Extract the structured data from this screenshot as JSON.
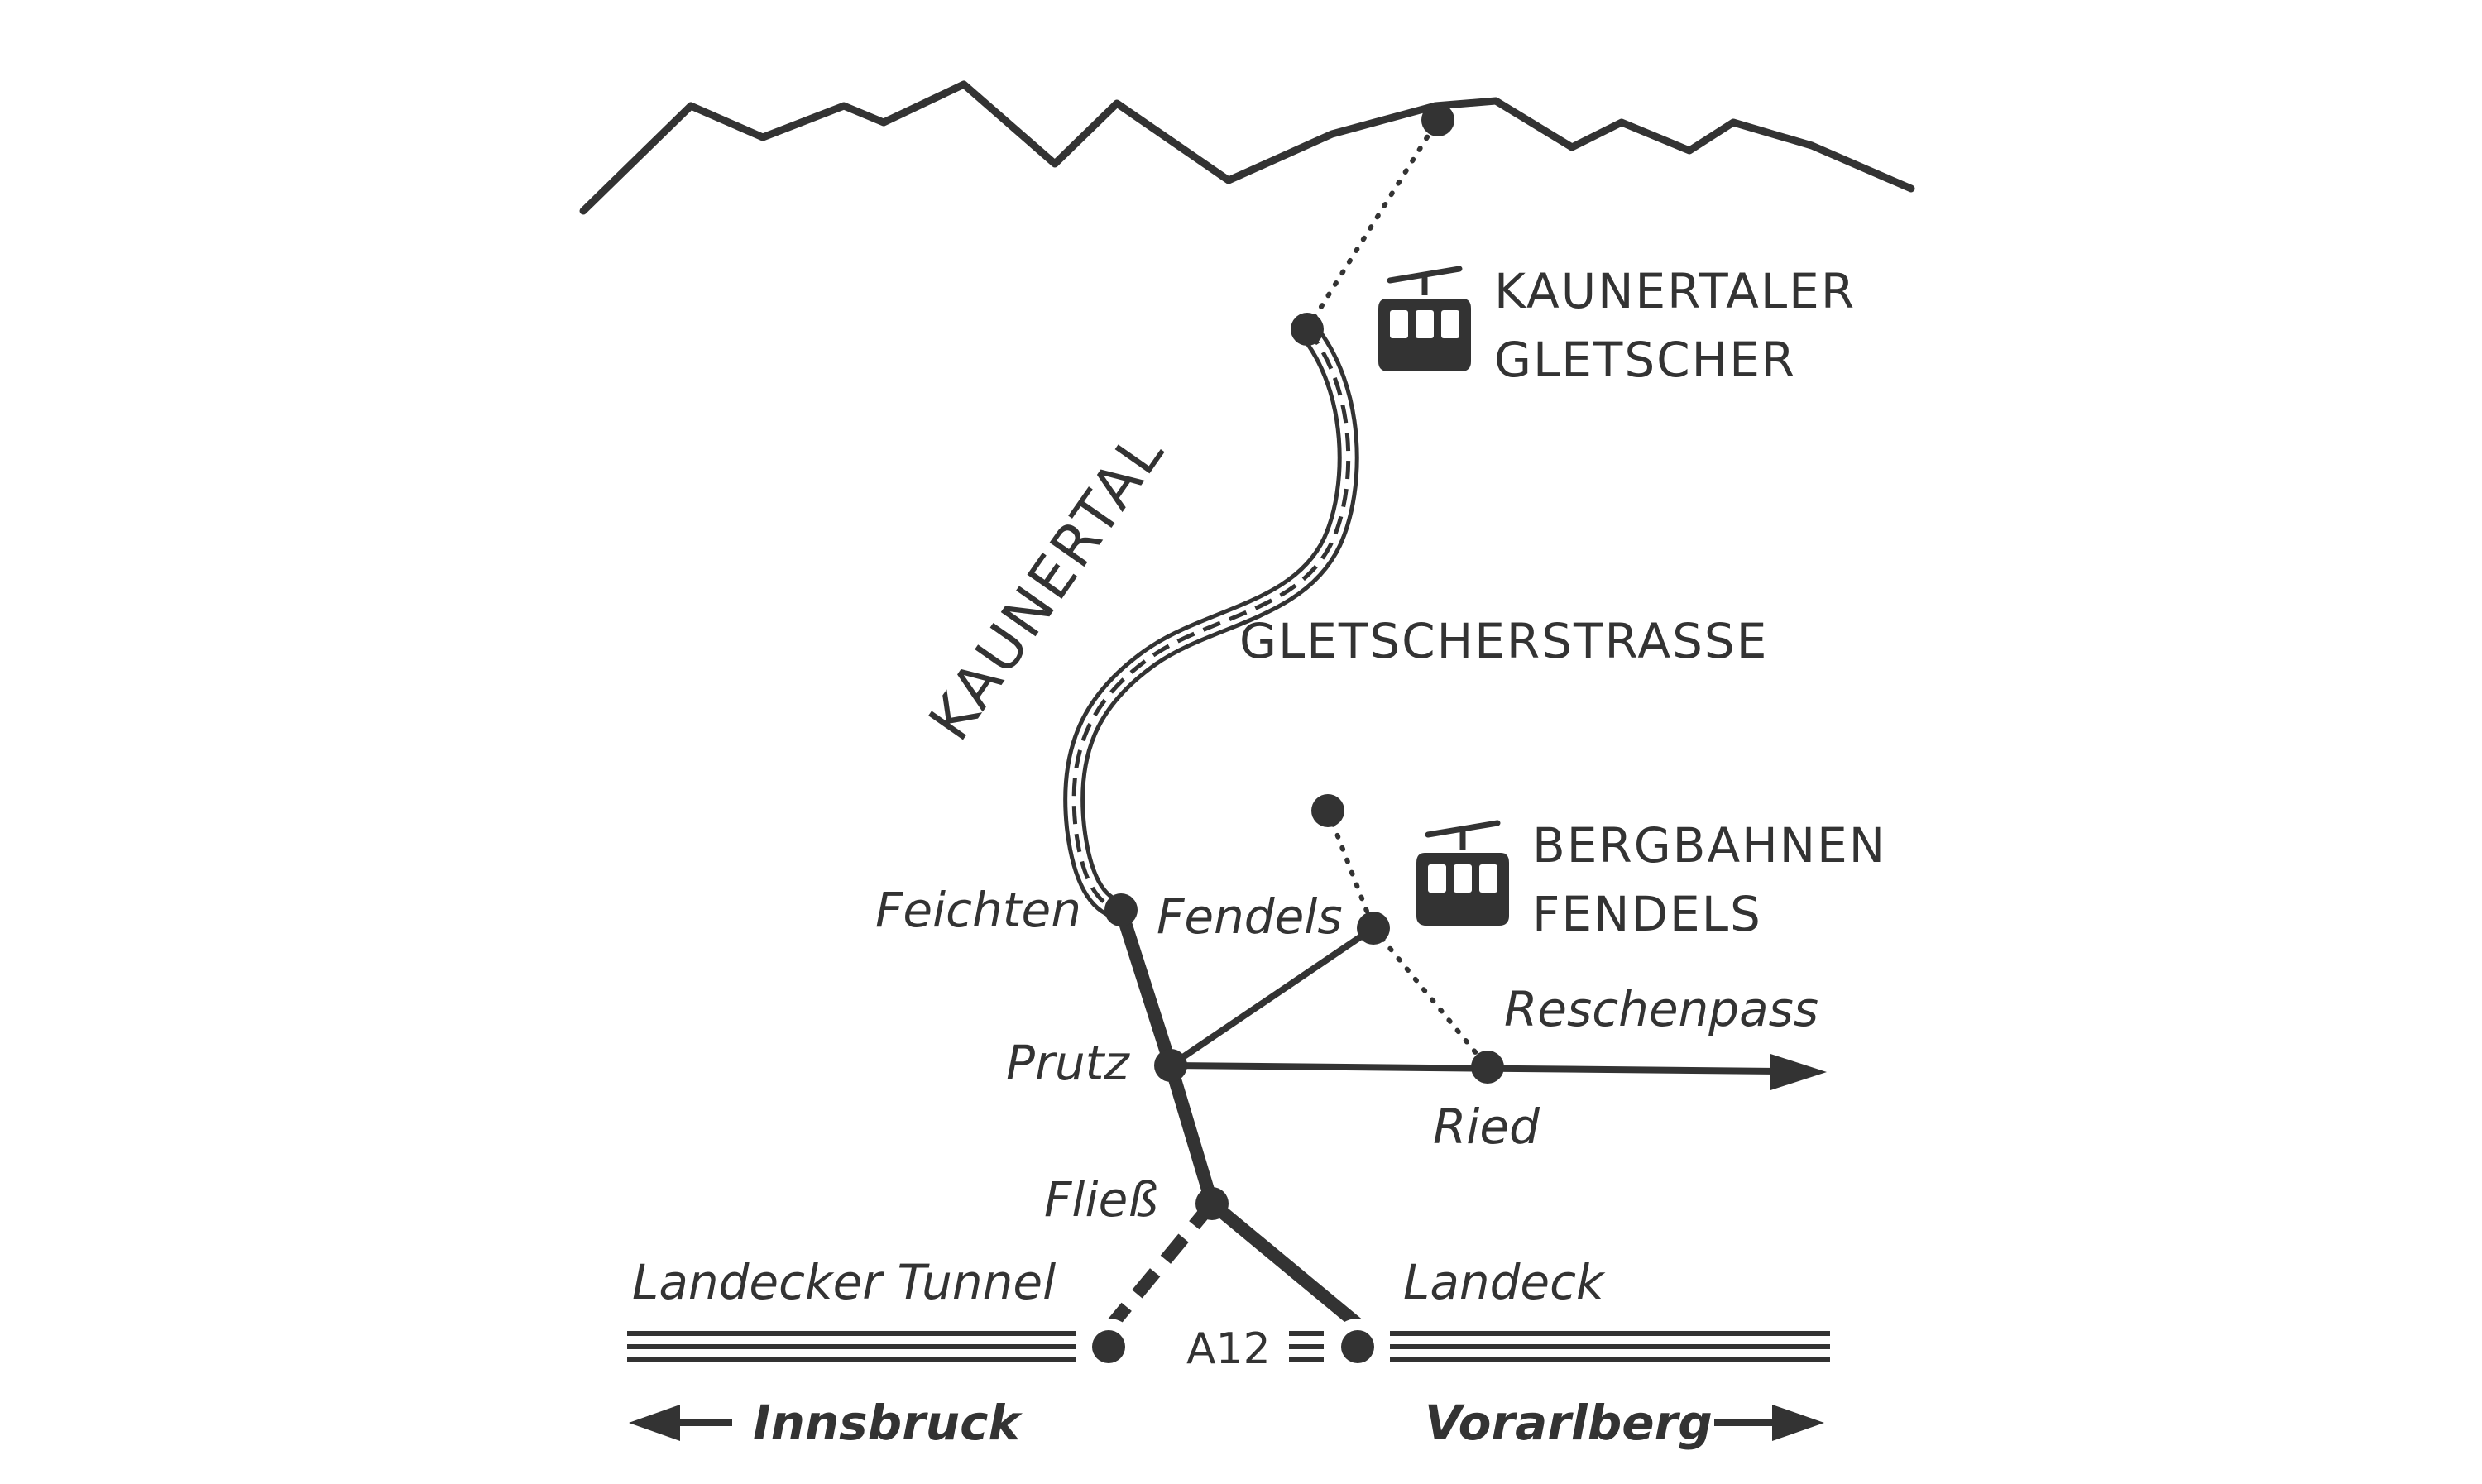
{
  "colors": {
    "ink": "#333333",
    "background": "#ffffff"
  },
  "icons": [
    "gondola-icon",
    "arrow-left-icon",
    "arrow-right-icon"
  ],
  "lifts": {
    "kaunertal": {
      "line1": "KAUNERTALER",
      "line2": "GLETSCHER"
    },
    "fendels": {
      "line1": "BERGBAHNEN",
      "line2": "FENDELS"
    }
  },
  "labels": {
    "valley": "KAUNERTAL",
    "glacier_road": "GLETSCHERSTRASSE",
    "reschenpass": "Reschenpass"
  },
  "places": {
    "feichten": "Feichten",
    "fendels": "Fendels",
    "prutz": "Prutz",
    "ried": "Ried",
    "fliess": "Fließ",
    "landeck": "Landeck",
    "tunnel": "Landecker Tunnel"
  },
  "motorway": {
    "name": "A12"
  },
  "directions": {
    "west": "Innsbruck",
    "east": "Vorarlberg"
  }
}
